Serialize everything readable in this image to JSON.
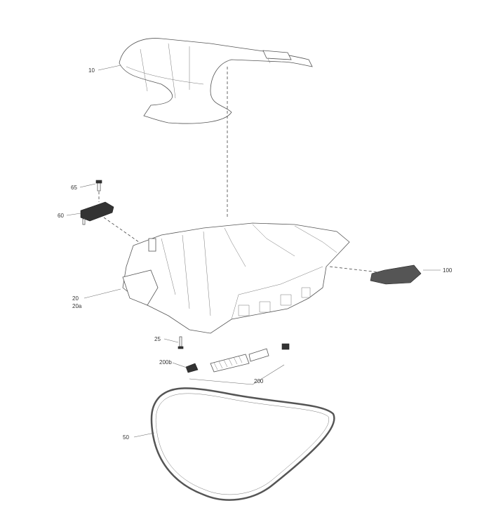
{
  "diagram": {
    "type": "exploded-parts-diagram",
    "callouts": [
      {
        "id": "10",
        "label": "10",
        "part": "upper-cover"
      },
      {
        "id": "65",
        "label": "65",
        "part": "screw"
      },
      {
        "id": "60",
        "label": "60",
        "part": "bracket"
      },
      {
        "id": "20",
        "label": "20",
        "part": "storage-compartment"
      },
      {
        "id": "20a",
        "label": "20a",
        "part": "storage-compartment-variant"
      },
      {
        "id": "25",
        "label": "25",
        "part": "screw"
      },
      {
        "id": "200b",
        "label": "200b",
        "part": "fitting"
      },
      {
        "id": "200",
        "label": "200",
        "part": "gas-spring"
      },
      {
        "id": "50",
        "label": "50",
        "part": "seal"
      },
      {
        "id": "100",
        "label": "100",
        "part": "latch"
      }
    ]
  }
}
